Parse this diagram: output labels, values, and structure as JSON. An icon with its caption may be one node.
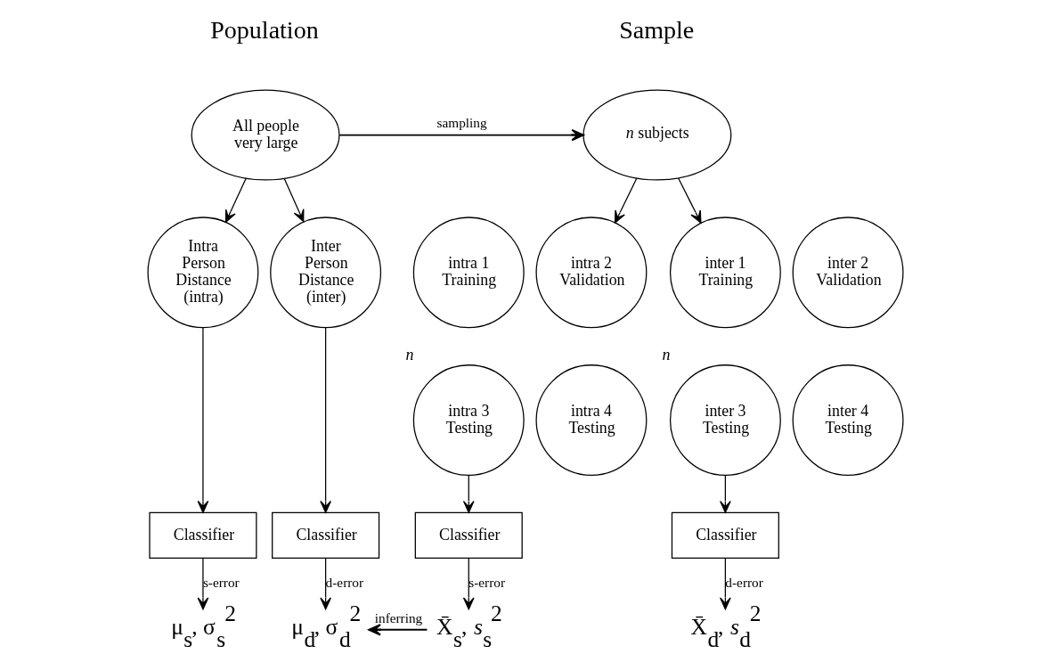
{
  "diagram": {
    "nodes": [
      {
        "text": [
          "All people very large"
        ]
      },
      {
        "text": [
          "Intra Person Distance (intra)"
        ]
      },
      {
        "text": [
          "Inter Person Distance (inter)"
        ]
      },
      {
        "text": [
          "Classifier"
        ]
      },
      {
        "text": [
          "Classifier"
        ]
      },
      {
        "text": [
          "μ$_{s}$, σ$_{s}$$^{2}$"
        ]
      },
      {
        "text": [
          "μ$_{d}$, σ$_{d}$$^{2}$"
        ]
      },
      {
        "text": [
          "*n* subjects"
        ]
      },
      {
        "text": [
          "intra 1 Training"
        ]
      },
      {
        "text": [
          "intra 2 Validation"
        ]
      },
      {
        "text": [
          "intra 3 Testing"
        ],
        "beside": [
          "*n*"
        ]
      },
      {
        "text": [
          "intra 4 Testing"
        ]
      },
      {
        "text": [
          "inter 1 Training"
        ]
      },
      {
        "text": [
          "inter 2 Validation"
        ]
      },
      {
        "text": [
          "inter 3 Testing"
        ],
        "beside": [
          "*n*"
        ]
      },
      {
        "text": [
          "inter 4 Testing"
        ]
      },
      {
        "text": [
          "Classifier"
        ]
      },
      {
        "text": [
          "Classifier"
        ]
      },
      {
        "text": [
          "X̄$_{s}$, *s*$_{s}$$^{2}$"
        ]
      },
      {
        "text": [
          "X̄$_{d}$, *s*$_{d}$$^{2}$"
        ]
      }
    ],
    "edges": [
      {
        "from": 0,
        "to": 1,
        "arrow": "to"
      },
      {
        "from": 0,
        "to": 2,
        "arrow": "to"
      },
      {
        "from": 1,
        "to": 3,
        "arrow": "to"
      },
      {
        "from": 2,
        "to": 4,
        "arrow": "to"
      },
      {
        "from": 3,
        "to": 5,
        "arrow": "to",
        "label": "s-error"
      },
      {
        "from": 4,
        "to": 6,
        "arrow": "to",
        "label": "d-error"
      },
      {
        "from": 0,
        "to": 7,
        "arrow": "to",
        "label": "sampling"
      },
      {
        "from": 7,
        "to": 9,
        "arrow": "to"
      },
      {
        "from": 7,
        "to": 12,
        "arrow": "to"
      },
      {
        "from": 10,
        "to": 16,
        "arrow": "to"
      },
      {
        "from": 14,
        "to": 17,
        "arrow": "to"
      },
      {
        "from": 16,
        "to": 18,
        "arrow": "to",
        "label": "s-error"
      },
      {
        "from": 17,
        "to": 19,
        "arrow": "to",
        "label": "d-error"
      },
      {
        "from": 18,
        "to": 6,
        "arrow": "to",
        "label": "inferring"
      }
    ],
    "labels": [
      "Population",
      "Sample"
    ]
  }
}
